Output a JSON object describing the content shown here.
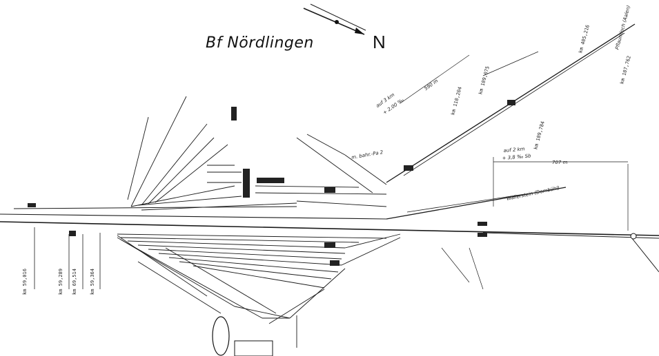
{
  "title": "Bf Nördlingen",
  "north_label": "N",
  "km_labels": {
    "west_1": "km 59,016",
    "west_2": "km 59,289",
    "west_3": "km 59,364",
    "west_4": "km 69,514",
    "ne_1": "km 405,216",
    "ne_2": "km 107,762",
    "ne_3": "km 109,075",
    "ne_4": "km 109,784",
    "mid": "km 110,204"
  },
  "line_labels": {
    "wallerstein": "Wallerstein (Dombühl)",
    "pflaumloch": "Pflaumloch (Aalen)",
    "bahnhof": "m. bahr.-Pa 2",
    "gradient_1": "auf 2 km",
    "gradient_2": "+ 3,8 ‰ Sb",
    "gradient_3": "auf 3 km",
    "gradient_4": "+ 2,00 ‰",
    "dist_1": "590 m",
    "dist_2": "707 m"
  }
}
